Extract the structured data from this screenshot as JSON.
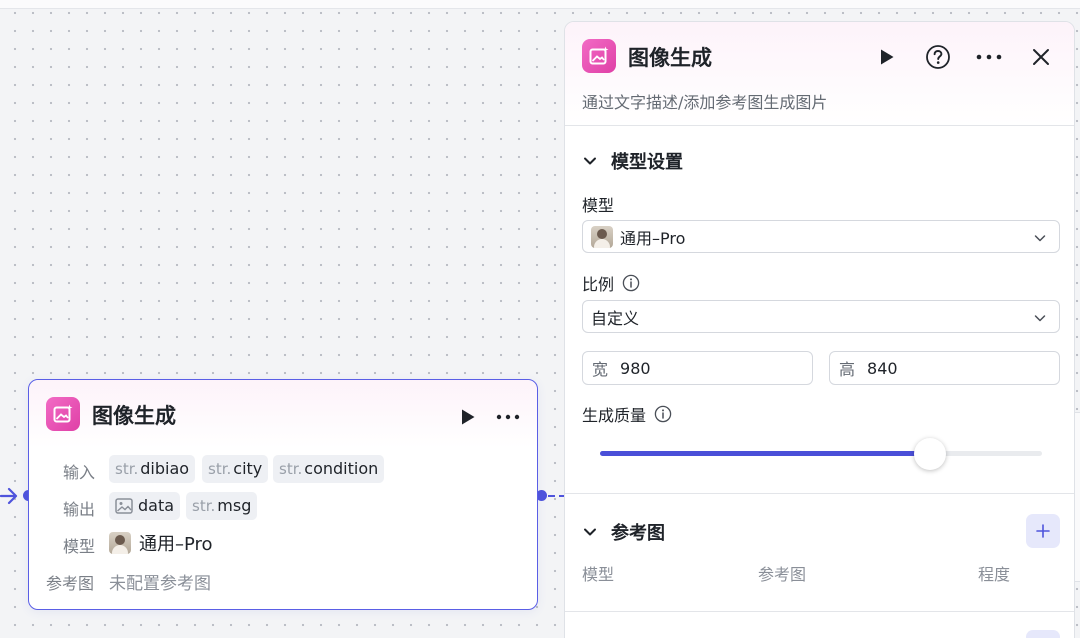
{
  "node": {
    "title": "图像生成",
    "inputs_label": "输入",
    "inputs": [
      {
        "prefix": "str.",
        "name": "dibiao"
      },
      {
        "prefix": "str.",
        "name": "city"
      },
      {
        "prefix": "str.",
        "name": "condition"
      }
    ],
    "outputs_label": "输出",
    "outputs": [
      {
        "icon": "image-icon",
        "name": "data"
      },
      {
        "prefix": "str.",
        "name": "msg"
      }
    ],
    "model_label": "模型",
    "model": "通用–Pro",
    "reference_label": "参考图",
    "reference_value": "未配置参考图"
  },
  "panel": {
    "title": "图像生成",
    "description": "通过文字描述/添加参考图生成图片",
    "model_section": {
      "title": "模型设置",
      "model_label": "模型",
      "model_value": "通用–Pro",
      "ratio_label": "比例",
      "ratio_value": "自定义",
      "width_prefix": "宽",
      "width_value": "980",
      "height_prefix": "高",
      "height_value": "840",
      "quality_label": "生成质量",
      "quality_fraction": 0.747
    },
    "reference_section": {
      "title": "参考图",
      "columns": [
        "模型",
        "参考图",
        "程度"
      ]
    }
  },
  "colors": {
    "accent": "#4f54dc",
    "node_icon": "#e455b8",
    "tag_bg": "#eef0f4"
  }
}
